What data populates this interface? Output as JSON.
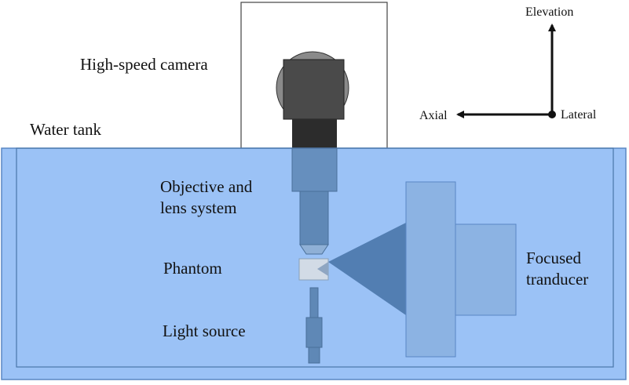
{
  "labels": {
    "camera": "High-speed camera",
    "water_tank": "Water tank",
    "objective_line1": "Objective and",
    "objective_line2": "lens system",
    "phantom": "Phantom",
    "light_source": "Light source",
    "transducer_line1": "Focused",
    "transducer_line2": "tranducer"
  },
  "axes": {
    "up": "Elevation",
    "left": "Axial",
    "out": "Lateral"
  },
  "colors": {
    "water": "#8ab7f5",
    "water_edge": "#5a87c4",
    "camera_body": "#4a4a4a",
    "camera_lens": "#8a8a8a",
    "optics": "#5f88b6",
    "transducer": "#8cb3e3",
    "beam": "#4a77ab"
  }
}
